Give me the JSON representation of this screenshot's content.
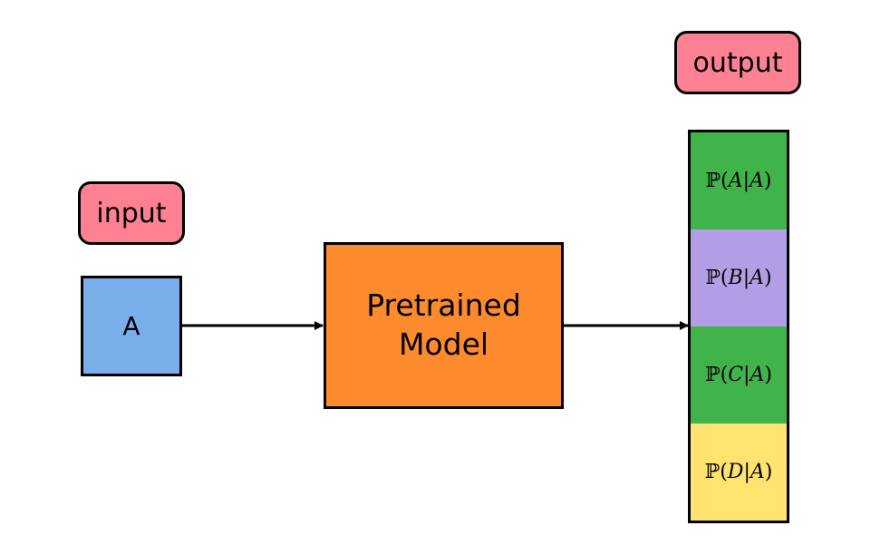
{
  "labels": {
    "input_tag": "input",
    "output_tag": "output",
    "input_token": "A",
    "model_line1": "Pretrained",
    "model_line2": "Model"
  },
  "output_cells": [
    {
      "prefix": "ℙ(",
      "var": "A",
      "sep": "|",
      "cond": "A",
      "suffix": ")"
    },
    {
      "prefix": "ℙ(",
      "var": "B",
      "sep": "|",
      "cond": "A",
      "suffix": ")"
    },
    {
      "prefix": "ℙ(",
      "var": "C",
      "sep": "|",
      "cond": "A",
      "suffix": ")"
    },
    {
      "prefix": "ℙ(",
      "var": "D",
      "sep": "|",
      "cond": "A",
      "suffix": ")"
    }
  ],
  "colors": {
    "tag": "#fd8193",
    "input_box": "#7aaeea",
    "model_box": "#fd8b2e",
    "cell_green": "#40b34a",
    "cell_purple": "#b39ee5",
    "cell_yellow": "#ffe371"
  }
}
